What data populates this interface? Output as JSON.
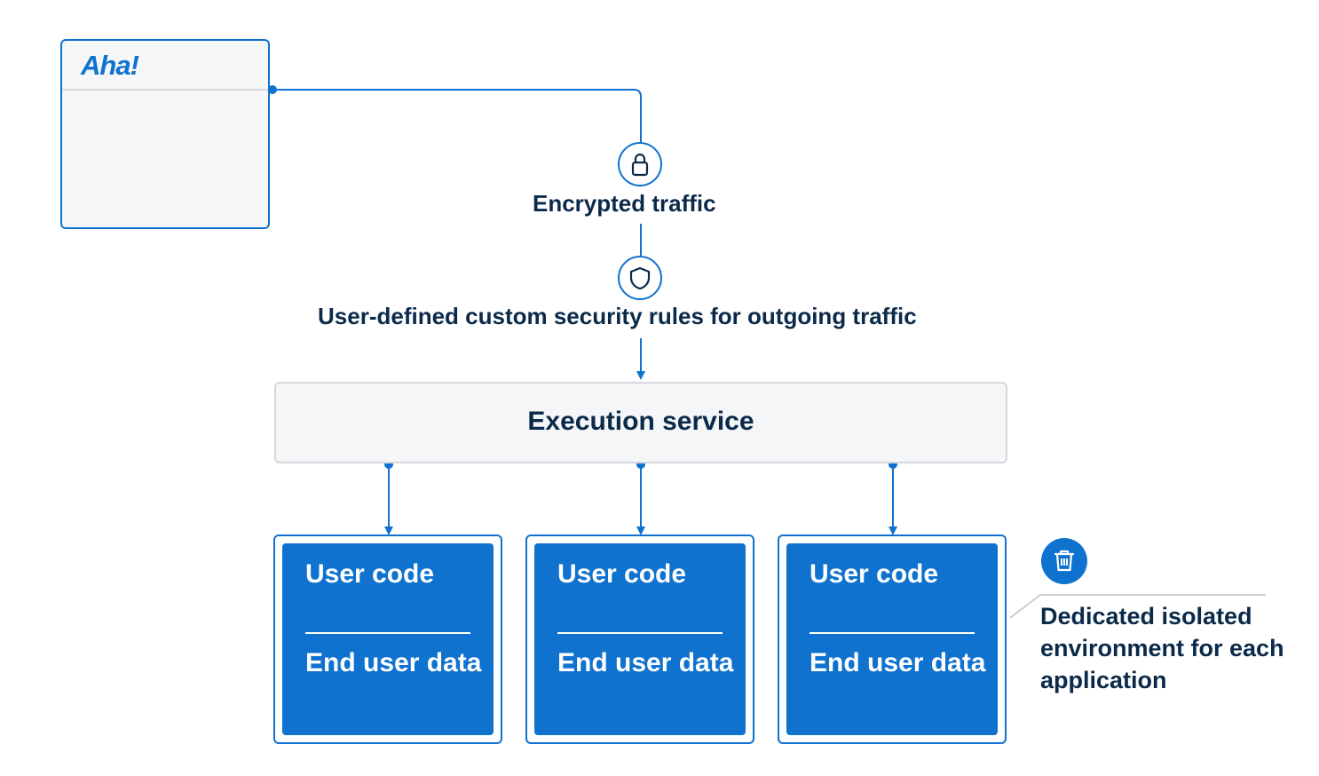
{
  "app": {
    "logo_text": "Aha!"
  },
  "flow": {
    "encrypted_label": "Encrypted traffic",
    "security_label": "User-defined custom security rules for outgoing traffic",
    "service_label": "Execution service"
  },
  "environments": [
    {
      "code_label": "User code",
      "data_label": "End user data"
    },
    {
      "code_label": "User code",
      "data_label": "End user data"
    },
    {
      "code_label": "User code",
      "data_label": "End user data"
    }
  ],
  "isolation_note": "Dedicated isolated environment for each application",
  "icons": {
    "encryption": "lock-icon",
    "security": "shield-icon",
    "isolation": "trash-icon"
  },
  "colors": {
    "primary_blue": "#0f72cf",
    "dark_text": "#0b2a4a",
    "panel_gray": "#f5f6f7",
    "panel_border": "#d5d8dc"
  }
}
